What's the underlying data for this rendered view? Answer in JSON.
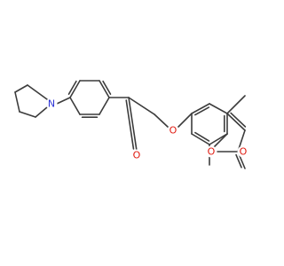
{
  "molecule": {
    "atoms": {
      "N1": {
        "symbol": "N",
        "color": "#2c33d6"
      },
      "O_ketone": {
        "symbol": "O",
        "color": "#e0190f"
      },
      "O_ether": {
        "symbol": "O",
        "color": "#e0190f"
      },
      "O_ring": {
        "symbol": "O",
        "color": "#e0190f"
      },
      "O_lactone": {
        "symbol": "O",
        "color": "#e0190f"
      }
    },
    "bond_color": "#3c3c3c",
    "background": "#ffffff"
  }
}
